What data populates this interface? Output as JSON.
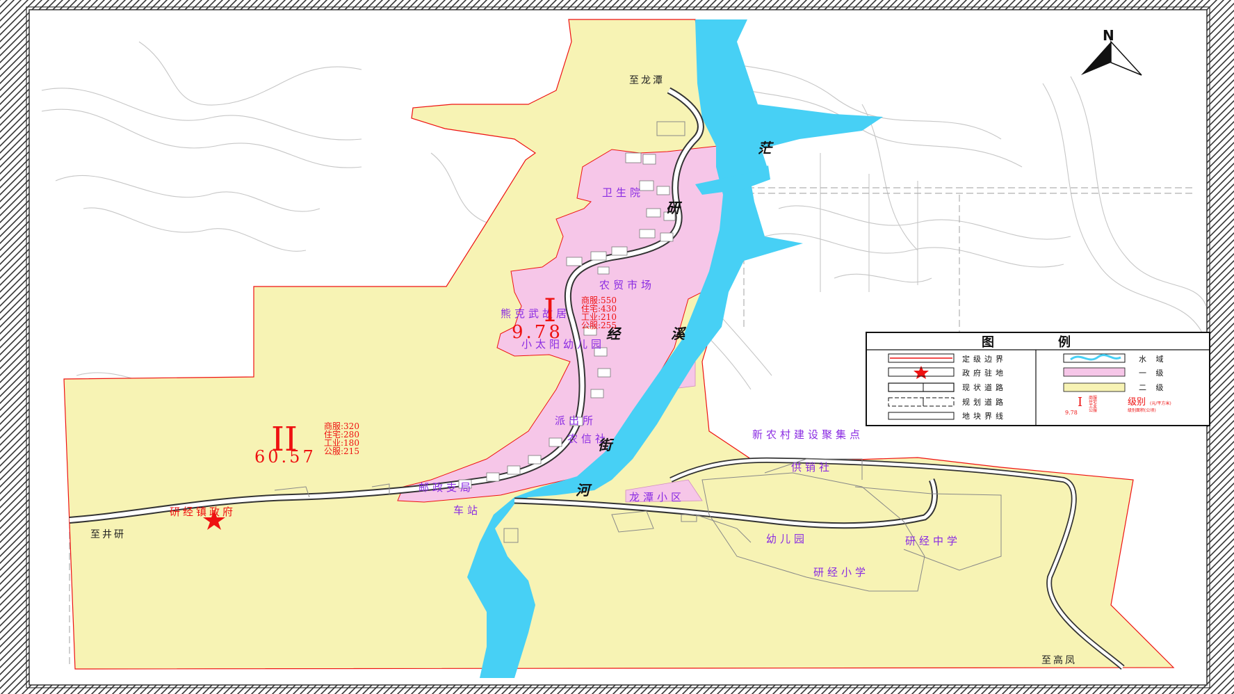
{
  "title": "",
  "colors": {
    "level1_fill": "#f6c6e8",
    "level2_fill": "#f7f3b4",
    "water": "#47d0f5",
    "boundary": "#ee1111",
    "contour": "#c6c6c6",
    "label_purple": "#8a2be2"
  },
  "north_label": "N",
  "places": {
    "to_longtan": "至龙潭",
    "to_jingyan": "至井研",
    "to_gaofeng": "至高凤",
    "health_center": "卫生院",
    "market": "农贸市场",
    "memorial": "熊克武故居",
    "kindergarten_sun": "小太阳幼儿园",
    "police": "派出所",
    "credit_union": "农信社",
    "post_office": "邮政支局",
    "bus_station": "车站",
    "town_gov": "研经镇政府",
    "longtan_community": "龙潭小区",
    "new_village": "新农村建设聚集点",
    "supply_coop": "供销社",
    "kindergarten": "幼儿园",
    "middle_school": "研经中学",
    "primary_school": "研经小学"
  },
  "river_chars": [
    "茫",
    "研",
    "溪",
    "经",
    "街",
    "河"
  ],
  "zones": [
    {
      "level": "I",
      "area": "9.78",
      "lines": [
        "商服:550",
        "住宅:430",
        "工业:210",
        "公服:255"
      ]
    },
    {
      "level": "II",
      "area": "60.57",
      "lines": [
        "商服:320",
        "住宅:280",
        "工业:180",
        "公服:215"
      ]
    }
  ],
  "legend": {
    "title_left": "图",
    "title_right": "例",
    "rows_left": [
      "定级边界",
      "政府驻地",
      "现状道路",
      "规划道路",
      "地块界线"
    ],
    "rows_right": [
      "水  域",
      "一  级",
      "二  级"
    ],
    "level_sample": {
      "roman": "I",
      "area": "9.78",
      "prices": [
        "商服",
        "住宅",
        "工业",
        "公服"
      ],
      "caption": "级别",
      "caption_sub": "(元/平方米)",
      "note": "级别面积(公顷)"
    }
  }
}
